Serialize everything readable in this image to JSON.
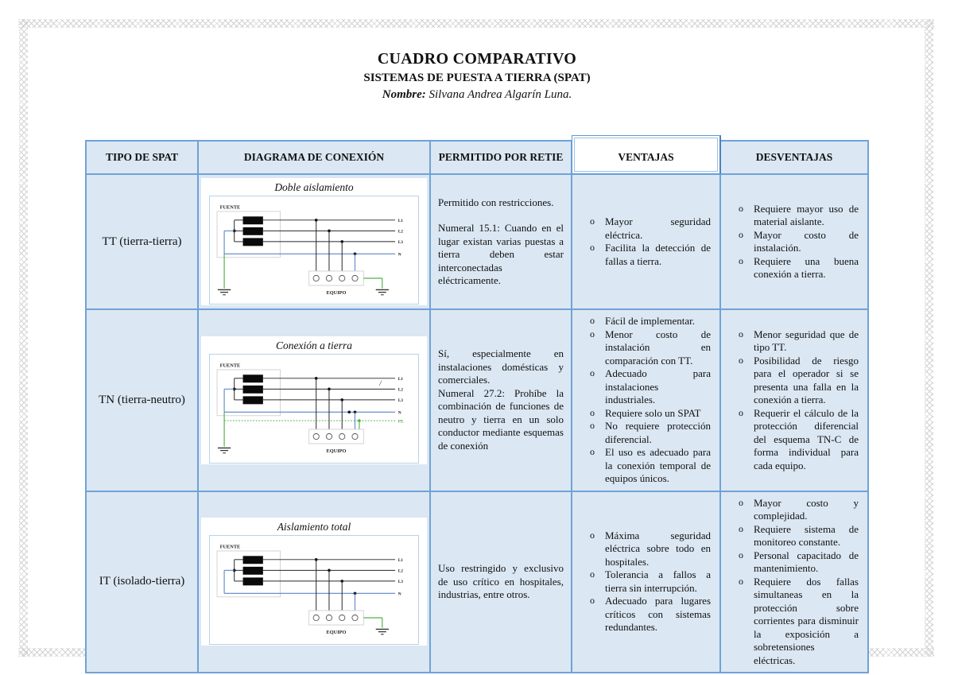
{
  "title_block": {
    "title": "CUADRO COMPARATIVO",
    "subtitle": "SISTEMAS DE PUESTA A TIERRA (SPAT)",
    "name_label": "Nombre:",
    "name_value": " Silvana Andrea Algarín Luna."
  },
  "bullet_char": "o",
  "colors": {
    "table_border": "#6fa3d6",
    "cell_bg": "#dbe7f3",
    "ventajas_header_bg": "#ffffff",
    "lattice_gray": "#c9c9c9",
    "wire_line": "#262626",
    "wire_neutral_blue": "#5b84c8",
    "wire_ground_green": "#54b04a",
    "pe_label_green": "#54b04a",
    "diagram_frame": "#b8d2e8",
    "winding_fill": "#0a0a0a"
  },
  "table": {
    "headers": [
      "TIPO DE SPAT",
      "DIAGRAMA DE CONEXIÓN",
      "PERMITIDO POR RETIE",
      "VENTAJAS",
      "DESVENTAJAS"
    ],
    "rows": [
      {
        "tipo": "TT (tierra-tierra)",
        "diagram": {
          "title": "Doble aislamiento",
          "fuente_label": "FUENTE",
          "equipo_label": "EQUIPO",
          "line_labels": [
            "L1",
            "L2",
            "L3",
            "N"
          ],
          "pe_label": "",
          "left_ground": true,
          "right_ground": true,
          "slash_mark": false
        },
        "permitido": [
          "Permitido con restricciones.",
          "Numeral 15.1: Cuando en el lugar existan varias puestas a tierra deben estar interconectadas eléctricamente."
        ],
        "permitido_gap": true,
        "ventajas": [
          "Mayor seguridad eléctrica.",
          "Facilita la detección de fallas a tierra."
        ],
        "desventajas": [
          "Requiere mayor uso de material aislante.",
          "Mayor costo de instalación.",
          "Requiere una buena conexión a tierra."
        ]
      },
      {
        "tipo": "TN (tierra-neutro)",
        "diagram": {
          "title": "Conexión a tierra",
          "fuente_label": "FUENTE",
          "equipo_label": "EQUIPO",
          "line_labels": [
            "L1",
            "L2",
            "L3",
            "N"
          ],
          "pe_label": "PE",
          "left_ground": true,
          "right_ground": false,
          "slash_mark": true
        },
        "permitido": [
          "Sí, especialmente en instalaciones domésticas y comerciales.",
          "Numeral 27.2:  Prohíbe la combinación de funciones de neutro y tierra en un solo conductor mediante esquemas de conexión"
        ],
        "permitido_gap": false,
        "ventajas": [
          "Fácil de implementar.",
          "Menor costo de instalación en comparación con TT.",
          "Adecuado para instalaciones industriales.",
          "Requiere solo un SPAT",
          "No requiere protección diferencial.",
          "El uso es adecuado para la conexión temporal de equipos únicos."
        ],
        "desventajas": [
          "Menor seguridad que de tipo TT.",
          "Posibilidad de riesgo para el operador si se presenta una falla en la conexión a tierra.",
          "Requerir el cálculo de la protección diferencial del esquema TN-C de forma individual para cada equipo."
        ]
      },
      {
        "tipo": "IT (isolado-tierra)",
        "diagram": {
          "title": "Aislamiento total",
          "fuente_label": "FUENTE",
          "equipo_label": "EQUIPO",
          "line_labels": [
            "L1",
            "L2",
            "L3",
            "N"
          ],
          "pe_label": "",
          "left_ground": false,
          "right_ground": true,
          "slash_mark": false
        },
        "permitido": [
          "Uso restringido y exclusivo de uso crítico en hospitales, industrias, entre otros."
        ],
        "permitido_gap": false,
        "ventajas": [
          "Máxima seguridad eléctrica sobre todo en hospitales.",
          "Tolerancia a fallos a tierra sin interrupción.",
          "Adecuado para lugares críticos con sistemas redundantes."
        ],
        "desventajas": [
          "Mayor costo y complejidad.",
          "Requiere sistema de monitoreo constante.",
          "Personal capacitado de mantenimiento.",
          "Requiere dos fallas simultaneas en la protección sobre corrientes para disminuir la exposición a sobretensiones eléctricas."
        ]
      }
    ]
  }
}
